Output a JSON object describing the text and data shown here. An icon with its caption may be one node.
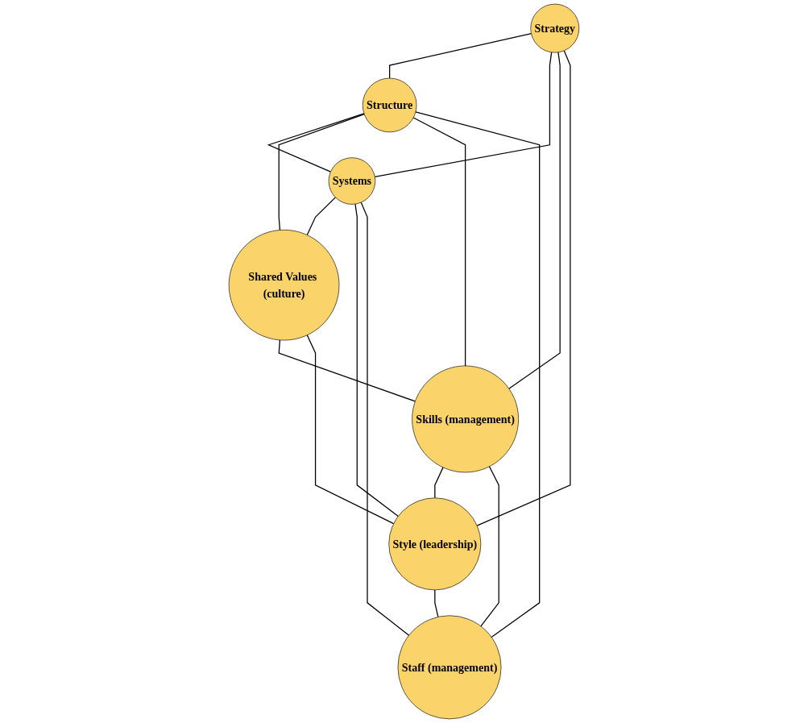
{
  "diagram": {
    "nodes": [
      {
        "text": [
          "Strategy"
        ]
      },
      {
        "text": [
          "Structure"
        ]
      },
      {
        "text": [
          "Systems"
        ]
      },
      {
        "text": [
          "Shared Values (culture)"
        ]
      },
      {
        "text": [
          "Skills (management)"
        ]
      },
      {
        "text": [
          "Style (leadership)"
        ]
      },
      {
        "text": [
          "Staff (management)"
        ]
      }
    ],
    "edges": [
      {
        "from": 0,
        "to": 1,
        "arrow": "none"
      },
      {
        "from": 0,
        "to": 2,
        "arrow": "none"
      },
      {
        "from": 0,
        "to": 4,
        "arrow": "none"
      },
      {
        "from": 0,
        "to": 5,
        "arrow": "none"
      },
      {
        "from": 1,
        "to": 2,
        "arrow": "none"
      },
      {
        "from": 1,
        "to": 3,
        "arrow": "none"
      },
      {
        "from": 1,
        "to": 4,
        "arrow": "none"
      },
      {
        "from": 1,
        "to": 6,
        "arrow": "none"
      },
      {
        "from": 2,
        "to": 3,
        "arrow": "none"
      },
      {
        "from": 2,
        "to": 5,
        "arrow": "none"
      },
      {
        "from": 2,
        "to": 6,
        "arrow": "none"
      },
      {
        "from": 3,
        "to": 4,
        "arrow": "none"
      },
      {
        "from": 3,
        "to": 5,
        "arrow": "none"
      },
      {
        "from": 4,
        "to": 5,
        "arrow": "none"
      },
      {
        "from": 4,
        "to": 6,
        "arrow": "none"
      },
      {
        "from": 5,
        "to": 6,
        "arrow": "none"
      }
    ]
  }
}
